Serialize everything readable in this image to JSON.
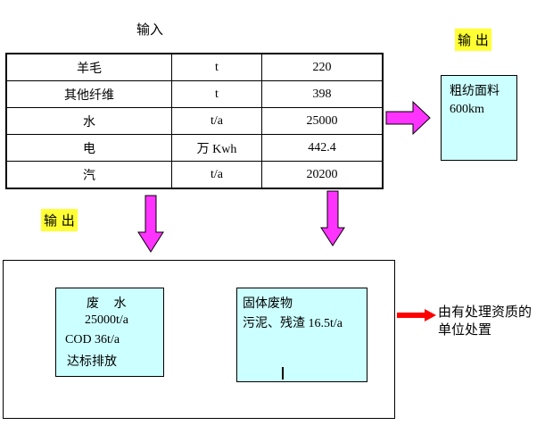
{
  "input": {
    "title": "输入",
    "rows": [
      {
        "item": "羊毛",
        "unit": "t",
        "value": "220"
      },
      {
        "item": "其他纤维",
        "unit": "t",
        "value": "398"
      },
      {
        "item": "水",
        "unit": "t/a",
        "value": "25000"
      },
      {
        "item": "电",
        "unit": "万 Kwh",
        "value": "442.4"
      },
      {
        "item": "汽",
        "unit": "t/a",
        "value": "20200"
      }
    ]
  },
  "output_product": {
    "label": "输 出",
    "name": "粗纺面料",
    "amount": "600km"
  },
  "output_waste": {
    "label": "输 出",
    "wastewater": {
      "title": "废 水",
      "volume": "25000t/a",
      "cod": "COD 36t/a",
      "status": "达标排放"
    },
    "solid_waste": {
      "title": "固体废物",
      "desc_cn": "污泥、残渣",
      "desc_amount": " 16.5t/a"
    }
  },
  "disposal": {
    "text": "由有处理资质的单位处置"
  },
  "colors": {
    "arrow_magenta": "#ff33ff",
    "arrow_red": "#ff0000",
    "box_fill": "#ccffff",
    "highlight": "#ffff33"
  }
}
